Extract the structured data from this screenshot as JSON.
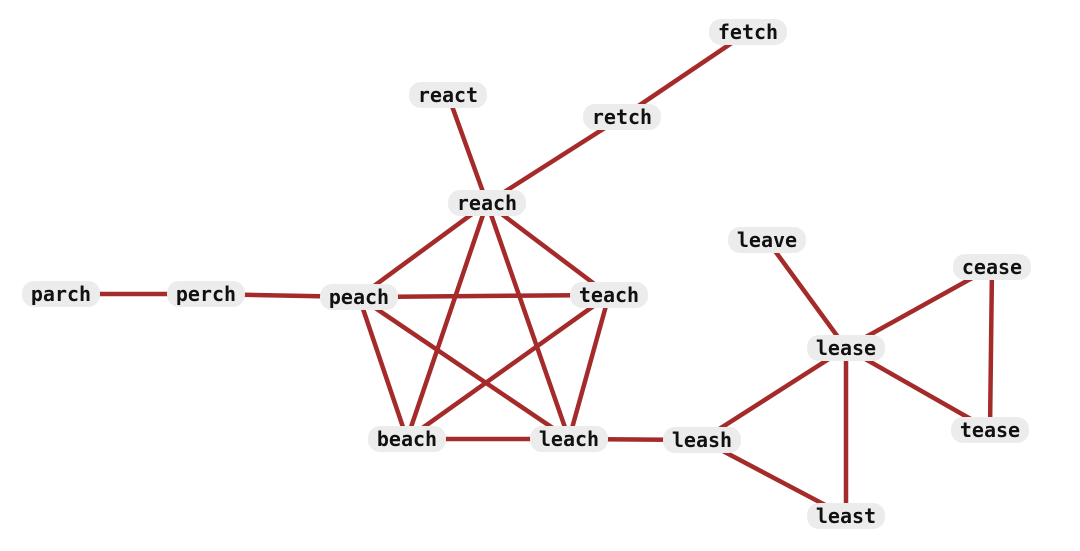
{
  "graph": {
    "edge_color": "#a52a2a",
    "node_fill": "#ececec",
    "label_color": "#111111",
    "nodes": [
      {
        "id": "fetch",
        "label": "fetch"
      },
      {
        "id": "react",
        "label": "react"
      },
      {
        "id": "retch",
        "label": "retch"
      },
      {
        "id": "reach",
        "label": "reach"
      },
      {
        "id": "leave",
        "label": "leave"
      },
      {
        "id": "cease",
        "label": "cease"
      },
      {
        "id": "parch",
        "label": "parch"
      },
      {
        "id": "perch",
        "label": "perch"
      },
      {
        "id": "peach",
        "label": "peach"
      },
      {
        "id": "teach",
        "label": "teach"
      },
      {
        "id": "lease",
        "label": "lease"
      },
      {
        "id": "beach",
        "label": "beach"
      },
      {
        "id": "leach",
        "label": "leach"
      },
      {
        "id": "leash",
        "label": "leash"
      },
      {
        "id": "tease",
        "label": "tease"
      },
      {
        "id": "least",
        "label": "least"
      }
    ],
    "edges": [
      [
        "fetch",
        "retch"
      ],
      [
        "retch",
        "reach"
      ],
      [
        "react",
        "reach"
      ],
      [
        "reach",
        "peach"
      ],
      [
        "reach",
        "teach"
      ],
      [
        "reach",
        "beach"
      ],
      [
        "reach",
        "leach"
      ],
      [
        "parch",
        "perch"
      ],
      [
        "perch",
        "peach"
      ],
      [
        "peach",
        "teach"
      ],
      [
        "peach",
        "beach"
      ],
      [
        "peach",
        "leach"
      ],
      [
        "teach",
        "beach"
      ],
      [
        "teach",
        "leach"
      ],
      [
        "beach",
        "leach"
      ],
      [
        "leach",
        "leash"
      ],
      [
        "leash",
        "lease"
      ],
      [
        "leash",
        "least"
      ],
      [
        "leave",
        "lease"
      ],
      [
        "lease",
        "cease"
      ],
      [
        "lease",
        "tease"
      ],
      [
        "lease",
        "least"
      ],
      [
        "cease",
        "tease"
      ]
    ]
  }
}
